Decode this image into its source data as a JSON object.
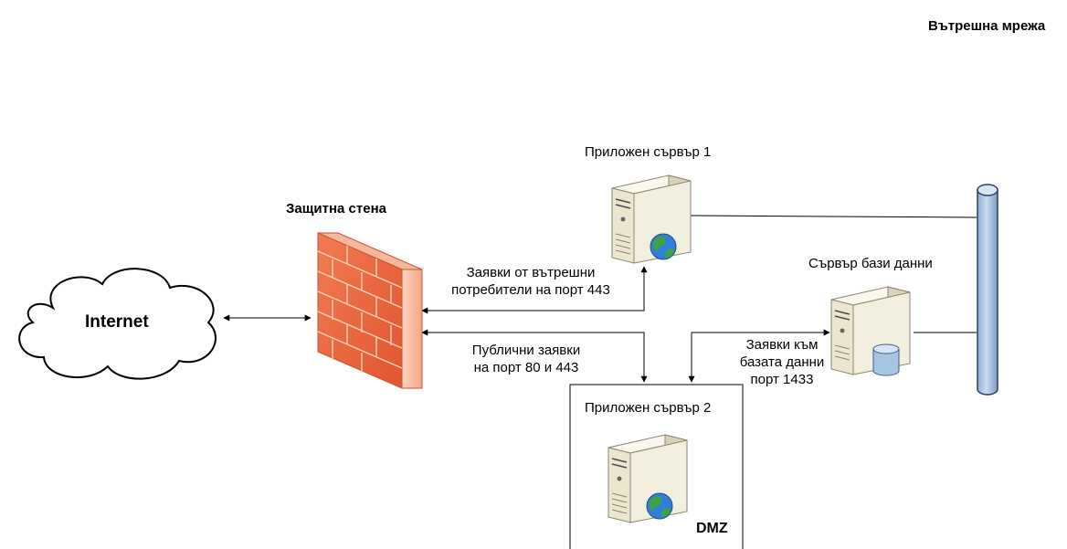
{
  "zones": {
    "internal_network": "Вътрешна мрежа",
    "dmz": "DMZ"
  },
  "nodes": {
    "internet": "Internet",
    "firewall": "Защитна стена",
    "app_server_1": "Приложен сървър 1",
    "db_server": "Сървър бази данни",
    "app_server_2": "Приложен сървър 2"
  },
  "edges": {
    "internal_requests": [
      "Заявки от вътрешни",
      "потребители на порт 443"
    ],
    "public_requests": [
      "Публични заявки",
      "на порт 80 и 443"
    ],
    "db_requests": [
      "Заявки към",
      "базата данни",
      "порт 1433"
    ]
  },
  "colors": {
    "firewall": "#e8603c",
    "backbone": "#a9c4e2",
    "server_body": "#ece6cf",
    "globe": "#3ca244"
  },
  "icons": {
    "internet": "cloud-icon",
    "firewall": "firewall-brick-icon",
    "server_web": "web-server-icon",
    "server_db": "database-server-icon",
    "network": "network-backbone-icon"
  }
}
